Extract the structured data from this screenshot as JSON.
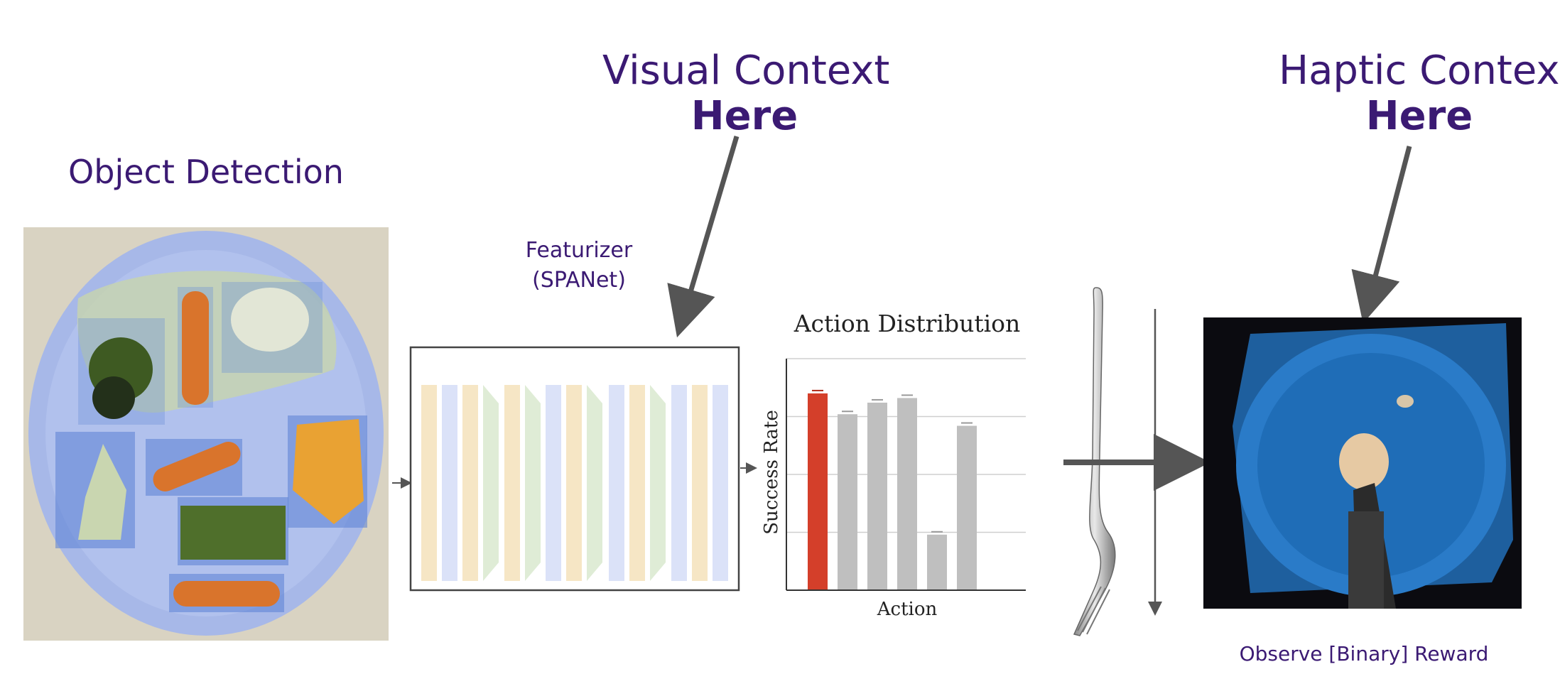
{
  "visual_context": {
    "line1": "Visual Context",
    "line2": "Here"
  },
  "haptic_context": {
    "line1": "Haptic Context",
    "line2": "Here"
  },
  "object_detection": {
    "title": "Object Detection"
  },
  "featurizer": {
    "line1": "Featurizer",
    "line2": "(SPANet)"
  },
  "chart_data": {
    "type": "bar",
    "title": "Action Distribution",
    "xlabel": "Action",
    "ylabel": "Success Rate",
    "categories": [
      "",
      "",
      "",
      "",
      "",
      ""
    ],
    "values": [
      0.85,
      0.76,
      0.81,
      0.83,
      0.24,
      0.71
    ],
    "highlight_index": 0,
    "ylim": [
      0,
      1
    ],
    "grid": true,
    "colors": {
      "highlight": "#d43f2a",
      "bar": "#bfbfbf"
    }
  },
  "reward": {
    "label": "Observe [Binary] Reward"
  },
  "colors": {
    "accent": "#3b1a73",
    "arrow": "#555555"
  }
}
